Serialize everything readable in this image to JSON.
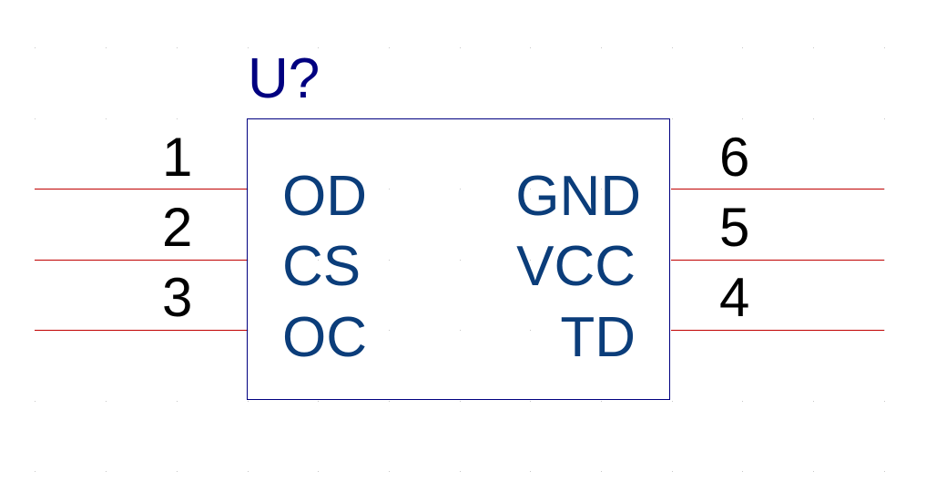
{
  "component": {
    "designator": "U?"
  },
  "pins": {
    "left": [
      {
        "number": "1",
        "name": "OD"
      },
      {
        "number": "2",
        "name": "CS"
      },
      {
        "number": "3",
        "name": "OC"
      }
    ],
    "right": [
      {
        "number": "6",
        "name": "GND"
      },
      {
        "number": "5",
        "name": "VCC"
      },
      {
        "number": "4",
        "name": "TD"
      }
    ]
  },
  "colors": {
    "body_outline": "#000080",
    "designator": "#000080",
    "pin_line": "#c00000",
    "pin_name": "#0b3d7a",
    "pin_number": "#000000"
  }
}
